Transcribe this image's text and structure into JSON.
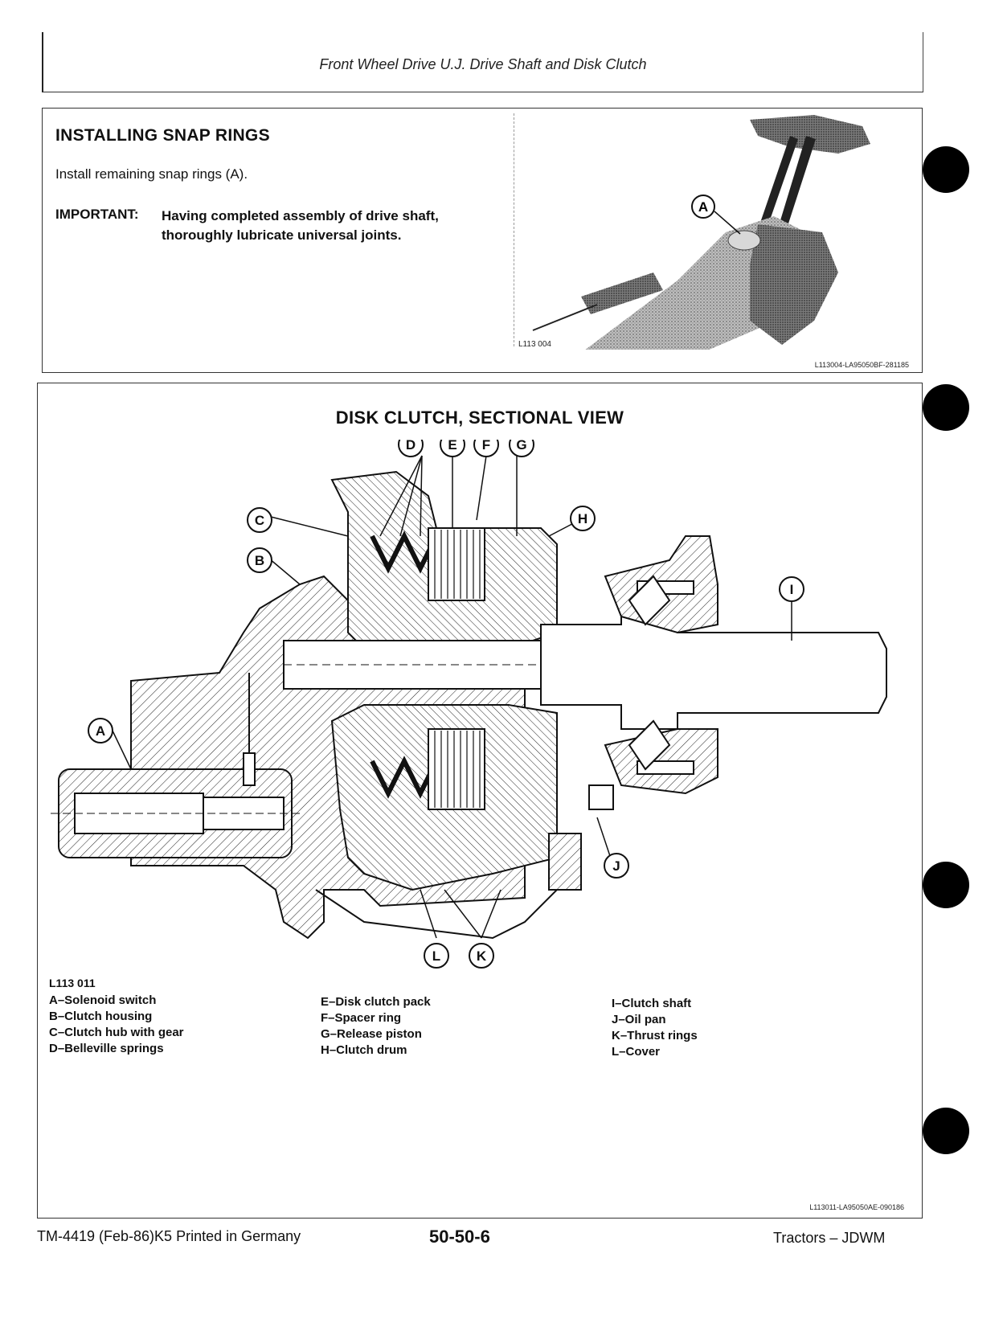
{
  "header": {
    "title": "Front Wheel Drive U.J. Drive Shaft and Disk Clutch"
  },
  "section1": {
    "title": "INSTALLING SNAP RINGS",
    "body": "Install remaining snap rings (A).",
    "important_label": "IMPORTANT:",
    "important_text": "Having completed assembly of drive shaft, thoroughly lubricate universal joints.",
    "photo_callout": "A",
    "photo_code": "L113 004",
    "photo_ref": "L113004-LA95050BF-281185"
  },
  "section2": {
    "title": "DISK CLUTCH, SECTIONAL VIEW",
    "figure_code": "L113 011",
    "callouts": [
      "A",
      "B",
      "C",
      "D",
      "E",
      "F",
      "G",
      "H",
      "I",
      "J",
      "K",
      "L"
    ],
    "legend": [
      [
        "A–Solenoid switch",
        "B–Clutch housing",
        "C–Clutch hub with gear",
        "D–Belleville springs"
      ],
      [
        "E–Disk clutch pack",
        "F–Spacer ring",
        "G–Release piston",
        "H–Clutch drum"
      ],
      [
        "I–Clutch shaft",
        "J–Oil pan",
        "K–Thrust rings",
        "L–Cover"
      ]
    ],
    "figure_ref": "L113011-LA95050AE-090186"
  },
  "footer": {
    "left": "TM-4419 (Feb-86)K5 Printed in Germany",
    "center": "50-50-6",
    "right": "Tractors – JDWM"
  }
}
